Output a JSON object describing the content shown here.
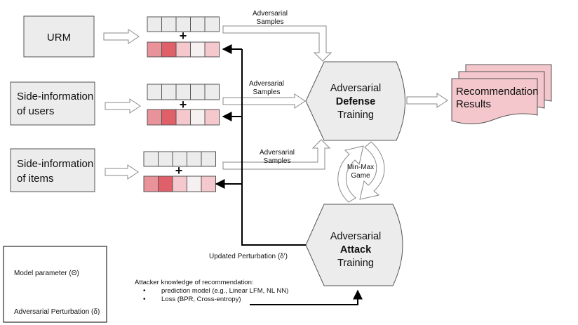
{
  "colors": {
    "input_box_fill": "#ececec",
    "input_box_stroke": "#555555",
    "param_cell_fill": "#ececec",
    "perturbation_cells": [
      "#e9929a",
      "#e06069",
      "#f4c8cd",
      "#f7f0f1",
      "#f4c8cd"
    ],
    "result_fill": "#f4c7cc",
    "arrow_stroke": "#888888",
    "line_black": "#000000"
  },
  "inputs": {
    "urm": "URM",
    "users_line1": "Side-information",
    "users_line2": "of users",
    "items_line1": "Side-information",
    "items_line2": "of items"
  },
  "adversarial_samples": {
    "line1": "Adversarial",
    "line2": "Samples"
  },
  "defense": {
    "line1": "Adversarial",
    "line2": "Defense",
    "line3": "Training"
  },
  "attack": {
    "line1": "Adversarial",
    "line2": "Attack",
    "line3": "Training"
  },
  "results": {
    "line1": "Recommendation",
    "line2": "Results"
  },
  "game": {
    "line1": "Min-Max",
    "line2": "Game"
  },
  "updated_perturbation": "Updated Perturbation (δ')",
  "attacker_knowledge": {
    "title": "Attacker knowledge of recommendation:",
    "bullet_glyph": "•",
    "items": [
      "prediction model (e.g., Linear LFM, NL NN)",
      "Loss (BPR, Cross-entropy)"
    ]
  },
  "legend": {
    "model_parameter": "Model parameter (Θ)",
    "adversarial_perturbation": "Adversarial Perturbation (δ)"
  },
  "plus_glyph": "+"
}
